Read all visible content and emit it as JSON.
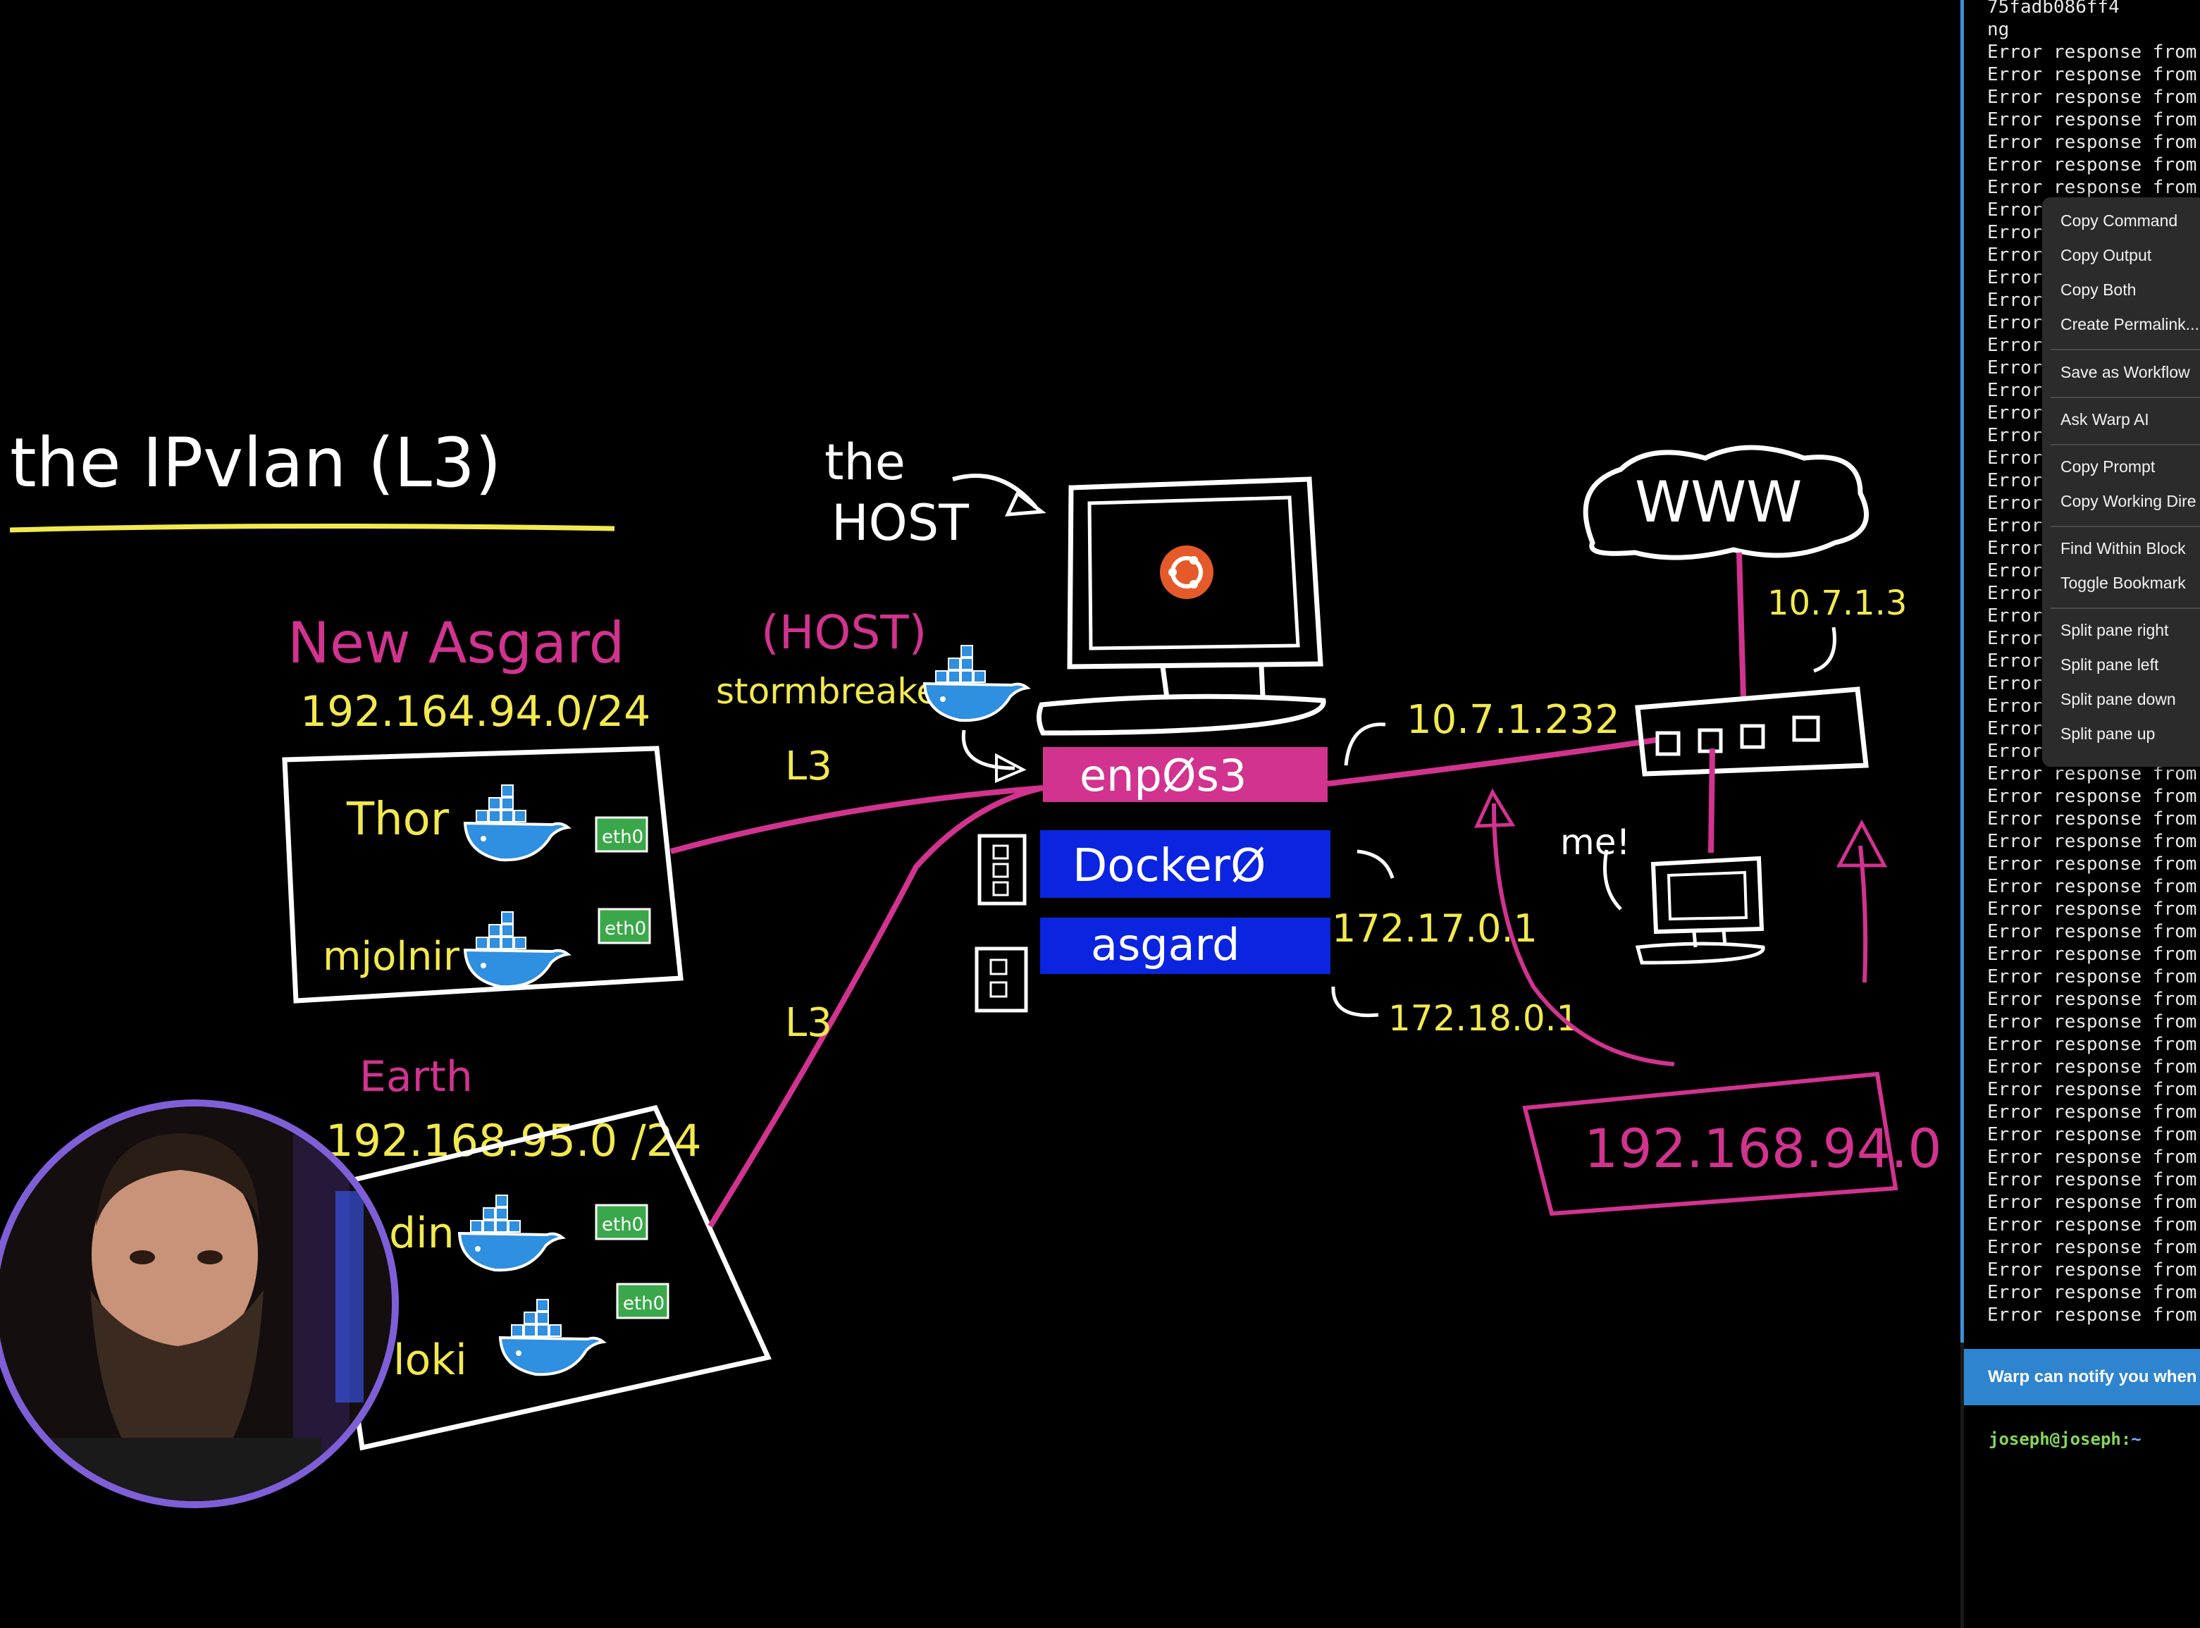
{
  "whiteboard": {
    "title": "the IPvlan (L3)",
    "host_label": [
      "the",
      "HOST"
    ],
    "host_tag": "(HOST)",
    "host_name": "stormbreaker",
    "new_asgard": {
      "label": "New Asgard",
      "subnet": "192.164.94.0/24",
      "containers": [
        "Thor",
        "mjolnir"
      ],
      "iface": "eth0"
    },
    "earth": {
      "label": "Earth",
      "subnet": "192.168.95.0 /24",
      "containers": [
        "din",
        "loki"
      ],
      "iface": "eth0"
    },
    "link_label_top": "L3",
    "link_label_bottom": "L3",
    "interfaces": [
      "enpØs3",
      "DockerØ",
      "asgard"
    ],
    "ip_enp": "10.7.1.232",
    "ip_docker": "172.17.0.1",
    "ip_asgard": "172.18.0.1",
    "router_ip": "10.7.1.3",
    "internet": "WWW",
    "me_label": "me!",
    "lan_subnet": "192.168.94.0"
  },
  "terminal": {
    "lines": [
      "75fadb086ff4",
      "ng",
      "Error response from",
      "Error response from",
      "Error response from",
      "Error response from",
      "Error response from",
      "Error response from",
      "Error response from",
      "Error",
      "Error",
      "Error",
      "Error",
      "Error",
      "Error",
      "Error",
      "Error",
      "Error",
      "Error",
      "Error",
      "Error",
      "Error",
      "Error",
      "Error",
      "Error",
      "Error",
      "Error",
      "Error",
      "Error",
      "Error",
      "Error",
      "Error",
      "Error",
      "Error",
      "Error response from",
      "Error response from",
      "Error response from",
      "Error response from",
      "Error response from",
      "Error response from",
      "Error response from",
      "Error response from",
      "Error response from",
      "Error response from",
      "Error response from",
      "Error response from",
      "Error response from",
      "Error response from",
      "Error response from",
      "Error response from",
      "Error response from",
      "Error response from",
      "Error response from",
      "Error response from",
      "Error response from",
      "Error response from",
      "Error response from",
      "Error response from",
      "Error response from"
    ],
    "notification": "Warp can notify you when",
    "prompt_user": "joseph@joseph:",
    "prompt_path": "~"
  },
  "context_menu": {
    "items": [
      "Copy Command",
      "Copy Output",
      "Copy Both",
      "Create Permalink...",
      "Save as Workflow",
      "Ask Warp AI",
      "Copy Prompt",
      "Copy Working Dire",
      "Find Within Block",
      "Toggle Bookmark",
      "Split pane right",
      "Split pane left",
      "Split pane down",
      "Split pane up"
    ]
  },
  "colors": {
    "magenta": "#d1338f",
    "yellow": "#f2e94e",
    "blue": "#0a24e0",
    "green": "#3aa84a",
    "docker": "#2f8fe0",
    "accent": "#2f84cf"
  },
  "icons": [
    "docker-whale-icon",
    "ubuntu-logo-icon",
    "computer-monitor-icon",
    "router-icon",
    "cloud-icon"
  ]
}
